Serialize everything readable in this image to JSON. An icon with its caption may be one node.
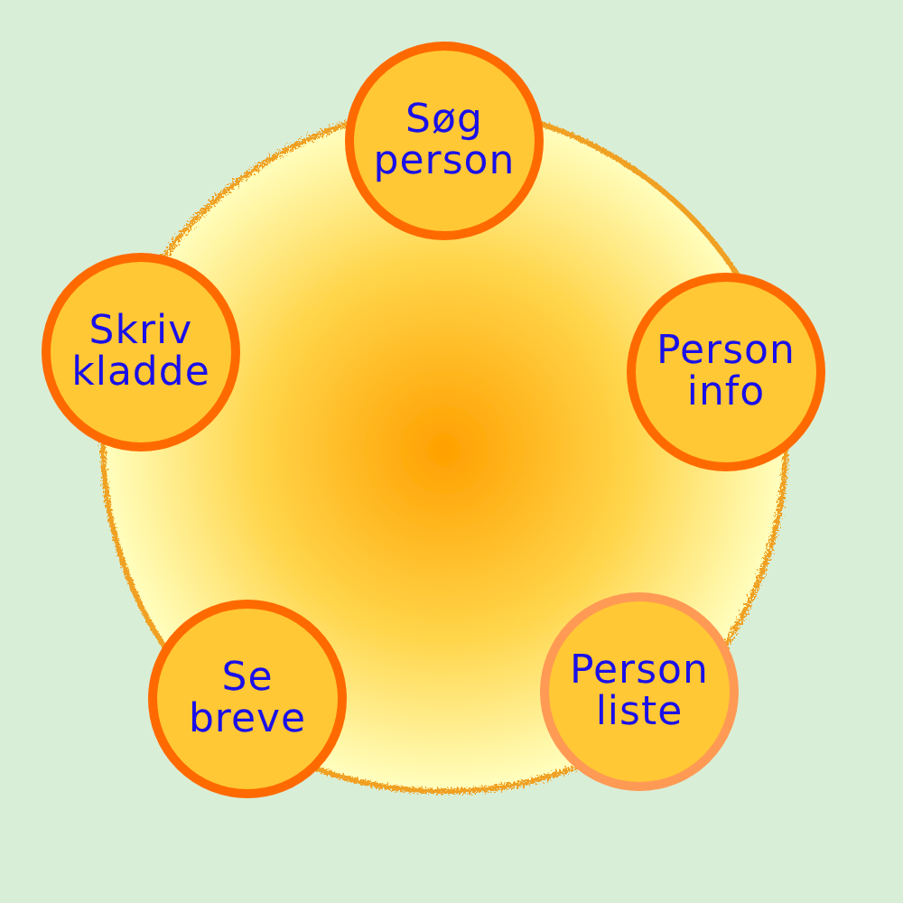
{
  "diagram": {
    "nodes": [
      {
        "text": [
          "Søg person"
        ]
      },
      {
        "text": [
          "Person info"
        ]
      },
      {
        "text": [
          "Person liste"
        ]
      },
      {
        "text": [
          "Se breve"
        ]
      },
      {
        "text": [
          "Skriv kladde"
        ]
      }
    ]
  }
}
